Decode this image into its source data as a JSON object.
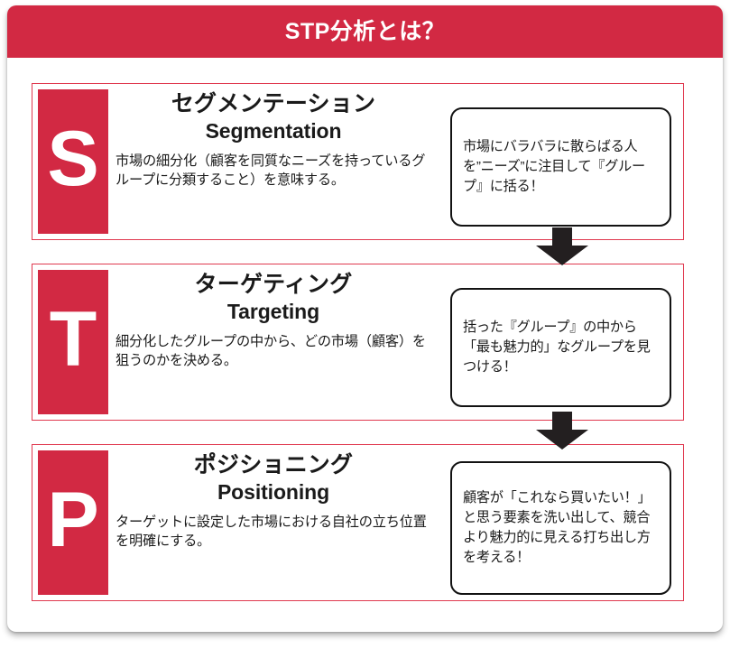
{
  "header": {
    "title": "STP分析とは？",
    "bar_color": "#d22943",
    "title_color": "#ffffff"
  },
  "theme": {
    "accent_red": "#d22943",
    "row_border_red": "#e0394f",
    "text_black": "#1a1a1a",
    "callout_border": "#121212",
    "arrow_color": "#231f20"
  },
  "rows": [
    {
      "letter": "S",
      "title_ja": "セグメンテーション",
      "title_en": "Segmentation",
      "description": "市場の細分化（顧客を同質なニーズを持っているグループに分類すること）を意味する。",
      "callout": "市場にバラバラに散らばる人を”ニーズ”に注目して『グループ』に括る！"
    },
    {
      "letter": "T",
      "title_ja": "ターゲティング",
      "title_en": "Targeting",
      "description": "細分化したグループの中から、どの市場（顧客）を狙うのかを決める。",
      "callout": "括った『グループ』の中から「最も魅力的」なグループを見つける！"
    },
    {
      "letter": "P",
      "title_ja": "ポジショニング",
      "title_en": "Positioning",
      "description": "ターゲットに設定した市場における自社の立ち位置を明確にする。",
      "callout": "顧客が「これなら買いたい！」と思う要素を洗い出して、競合より魅力的に見える打ち出し方を考える！"
    }
  ],
  "arrows": [
    {
      "name": "arrow-segmentation-to-targeting",
      "direction": "down"
    },
    {
      "name": "arrow-targeting-to-positioning",
      "direction": "down"
    }
  ]
}
